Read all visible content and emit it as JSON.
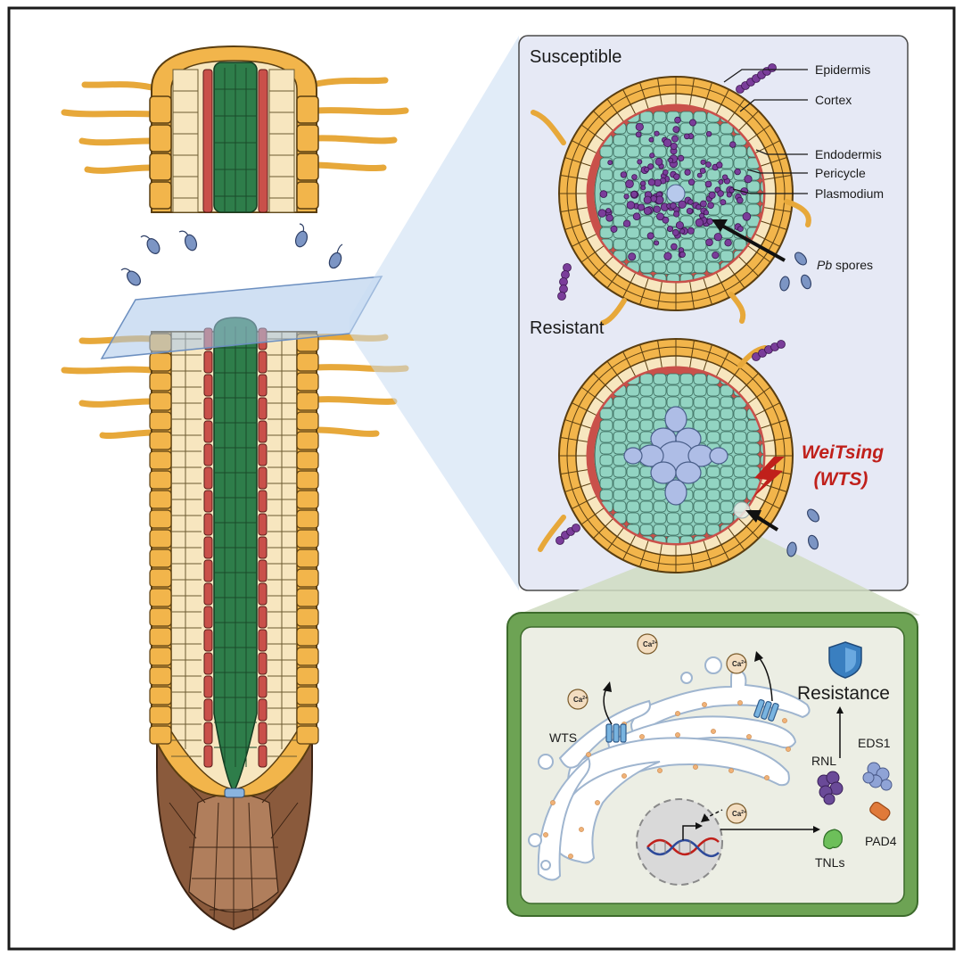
{
  "susceptible_panel": {
    "title": "Susceptible",
    "labels": {
      "epidermis": "Epidermis",
      "cortex": "Cortex",
      "endodermis": "Endodermis",
      "pericycle": "Pericycle",
      "plasmodium": "Plasmodium",
      "spores_italic": "Pb",
      "spores_rest": " spores"
    }
  },
  "resistant_panel": {
    "title": "Resistant",
    "gene_name": "WeiTsing",
    "gene_abbrev": "(WTS)"
  },
  "cell_panel": {
    "ion": "Ca",
    "ion_charge": "2+",
    "wts": "WTS",
    "resistance": "Resistance",
    "eds1": "EDS1",
    "rnl": "RNL",
    "pad4": "PAD4",
    "tnls": "TNLs"
  },
  "colors": {
    "epidermis": "#f2b54b",
    "cortex": "#f7e6bf",
    "endodermis": "#c9504a",
    "stele": "#2e7d4a",
    "stele_light": "#8fd0bf",
    "plasmodium": "#7a3d9a",
    "cap": "#8a5a3c",
    "panel_blue": "#e6e9f5",
    "panel_green": "#6da354",
    "resistance_red": "#c0201b"
  }
}
